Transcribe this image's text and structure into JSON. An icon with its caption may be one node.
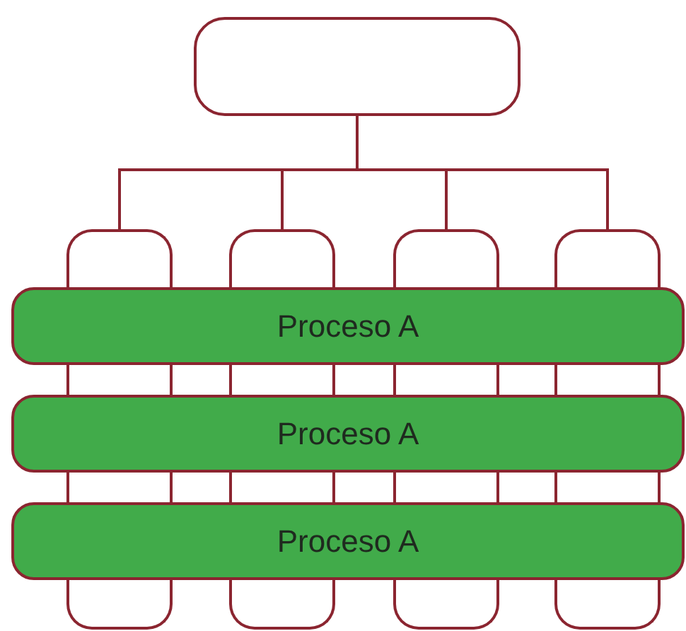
{
  "diagram": {
    "nodes": [
      {
        "text": [],
        "shape": "box"
      },
      {
        "text": [],
        "shape": "box"
      },
      {
        "text": [],
        "shape": "box"
      },
      {
        "text": [],
        "shape": "box"
      },
      {
        "text": [],
        "shape": "box"
      },
      {
        "text": [
          "Proceso A"
        ]
      },
      {
        "text": [
          "Proceso A"
        ]
      },
      {
        "text": [
          "Proceso A"
        ]
      }
    ],
    "edges": [
      {
        "from": 0,
        "to": 1,
        "arrow": "none"
      },
      {
        "from": 0,
        "to": 2,
        "arrow": "none"
      },
      {
        "from": 0,
        "to": 3,
        "arrow": "none"
      },
      {
        "from": 0,
        "to": 4,
        "arrow": "none"
      }
    ]
  }
}
